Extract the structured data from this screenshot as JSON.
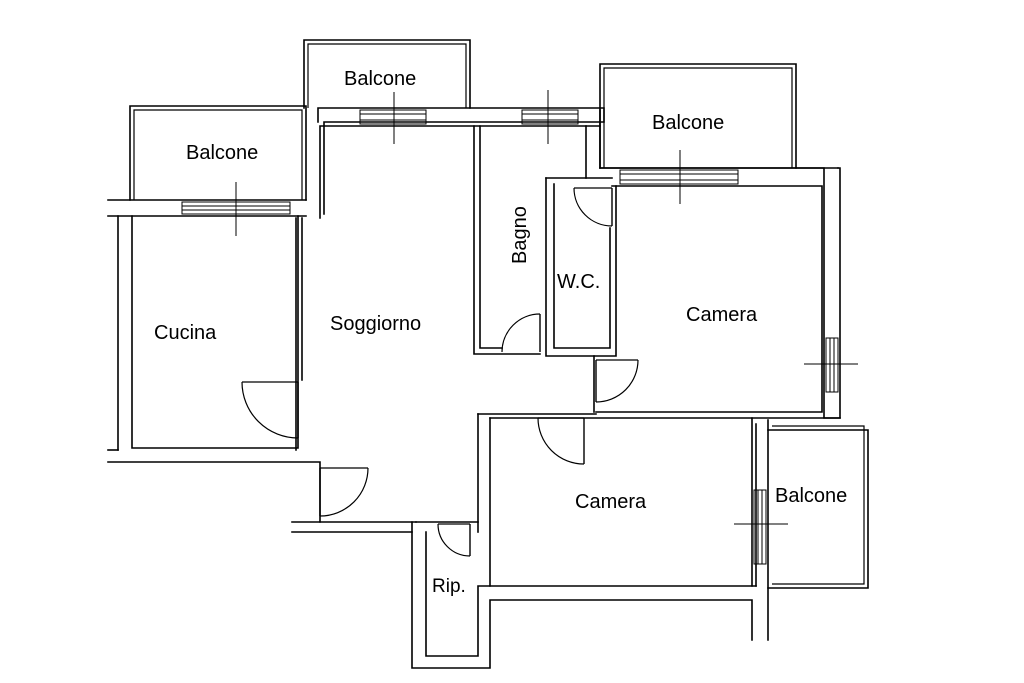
{
  "rooms": {
    "balcone_top": "Balcone",
    "balcone_left": "Balcone",
    "balcone_right_top": "Balcone",
    "balcone_right_bottom": "Balcone",
    "cucina": "Cucina",
    "soggiorno": "Soggiorno",
    "bagno": "Bagno",
    "wc": "W.C.",
    "camera_top": "Camera",
    "camera_bottom": "Camera",
    "ripostiglio": "Rip."
  }
}
